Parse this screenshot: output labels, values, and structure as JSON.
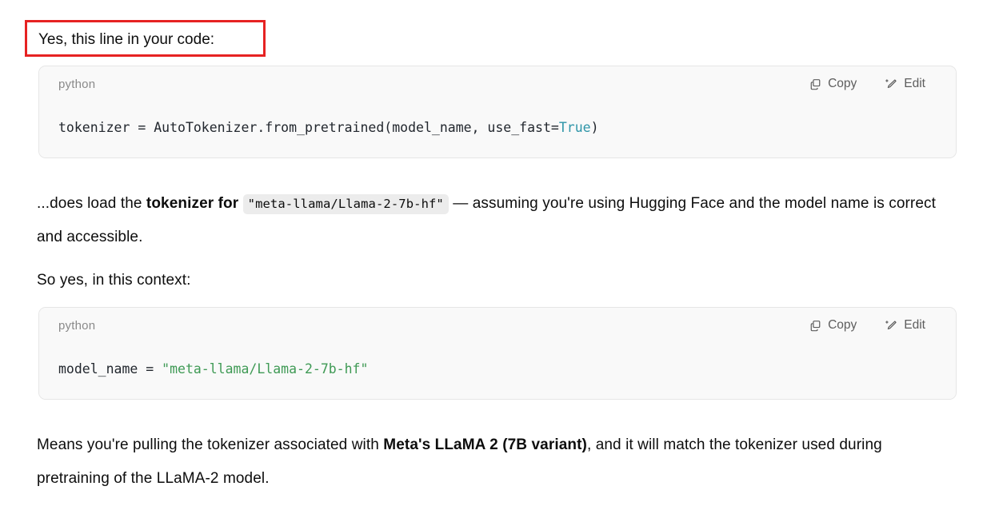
{
  "annotation": {
    "intro_text": "Yes, this line in your code:",
    "highlight_color": "#e62222"
  },
  "code_blocks": [
    {
      "language": "python",
      "copy_label": "Copy",
      "edit_label": "Edit",
      "copy_icon": "copy-icon",
      "edit_icon": "edit-pencil-sparkle-icon",
      "code_prefix": "tokenizer = AutoTokenizer.from_pretrained(model_name, use_fast=",
      "code_token": "True",
      "code_suffix": ")",
      "token_color": "#2e95a8",
      "full_code": "tokenizer = AutoTokenizer.from_pretrained(model_name, use_fast=True)"
    },
    {
      "language": "python",
      "copy_label": "Copy",
      "edit_label": "Edit",
      "copy_icon": "copy-icon",
      "edit_icon": "edit-pencil-sparkle-icon",
      "code_prefix": "model_name = ",
      "code_token": "\"meta-llama/Llama-2-7b-hf\"",
      "code_suffix": "",
      "token_color": "#3f9a55",
      "full_code": "model_name = \"meta-llama/Llama-2-7b-hf\""
    }
  ],
  "paragraphs": {
    "p1_part1": "...does load the ",
    "p1_bold": "tokenizer for",
    "p1_code": "\"meta-llama/Llama-2-7b-hf\"",
    "p1_part2": " — assuming you're using Hugging Face and the model name is correct and accessible.",
    "p2": "So yes, in this context:",
    "p3_part1": "Means you're pulling the tokenizer associated with ",
    "p3_bold": "Meta's LLaMA 2 (7B variant)",
    "p3_part2": ", and it will match the tokenizer used during pretraining of the LLaMA-2 model."
  }
}
